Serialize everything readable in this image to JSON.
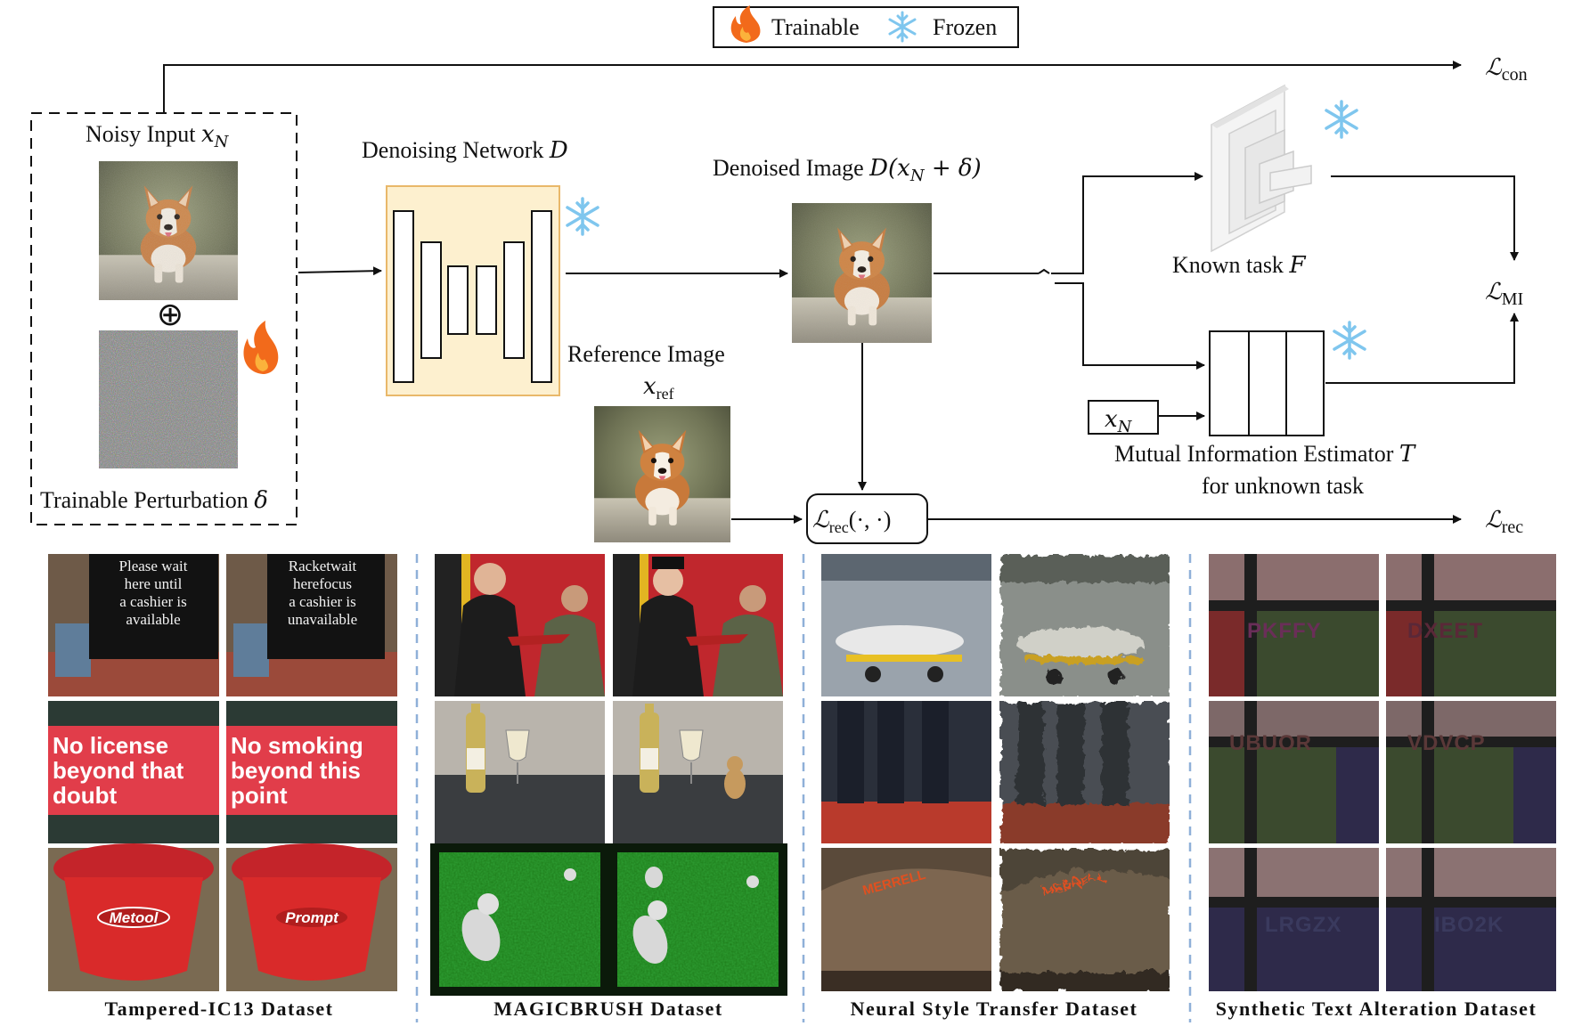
{
  "legend": {
    "trainable_label": "Trainable",
    "frozen_label": "Frozen",
    "trainable_icon": "flame-icon",
    "frozen_icon": "snowflake-icon"
  },
  "pipeline": {
    "noisy_input_label": "Noisy Input",
    "noisy_input_symbol": "x",
    "noisy_input_sub": "N",
    "perturbation_label": "Trainable Perturbation",
    "perturbation_symbol": "δ",
    "plus_symbol": "⊕",
    "denoising_label": "Denoising Network",
    "denoising_symbol": "D",
    "denoised_label": "Denoised Image",
    "denoised_expr": "D(x",
    "denoised_sub": "N",
    "denoised_expr_tail": " + δ)",
    "reference_label": "Reference Image",
    "reference_symbol": "x",
    "reference_sub": "ref",
    "known_task_label": "Known task",
    "known_task_symbol": "F",
    "mi_estimator_label": "Mutual Information Estimator",
    "mi_estimator_symbol": "T",
    "mi_estimator_sub_label": "for unknown task",
    "xn_box_symbol": "x",
    "xn_box_sub": "N",
    "loss_con": "ℒ",
    "loss_con_sub": "con",
    "loss_mi": "ℒ",
    "loss_mi_sub": "MI",
    "loss_rec": "ℒ",
    "loss_rec_sub": "rec",
    "loss_rec_fn": "ℒ",
    "loss_rec_fn_sub": "rec",
    "loss_rec_fn_args": "(·, ·)"
  },
  "colors": {
    "unet_fill": "#fdf0cf",
    "unet_border": "#e9b86a",
    "flame": "#f26a1b",
    "snowflake": "#7fc6ee",
    "dash_divider": "#8fb0d8"
  },
  "datasets": [
    {
      "name": "Tampered-IC13 Dataset",
      "sign_before": [
        "Please wait",
        "here until",
        "a cashier is",
        "available"
      ],
      "sign_after": [
        "Racketwait",
        "herefocus",
        "a cashier is",
        "unavailable"
      ],
      "red_before": [
        "No license",
        "beyond that",
        "doubt"
      ],
      "red_after": [
        "No smoking",
        "beyond this",
        "point"
      ],
      "bucket_before": "Metool",
      "bucket_after": "Prompt"
    },
    {
      "name": "MAGICBRUSH Dataset"
    },
    {
      "name": "Neural Style Transfer Dataset",
      "shoe_text": "MERRELL"
    },
    {
      "name": "Synthetic Text Alteration Dataset",
      "pairs": [
        [
          "PKFFY",
          "DXEET"
        ],
        [
          "UBUOR",
          "VDVCP"
        ],
        [
          "LRGZX",
          "IBO2K"
        ]
      ]
    }
  ]
}
